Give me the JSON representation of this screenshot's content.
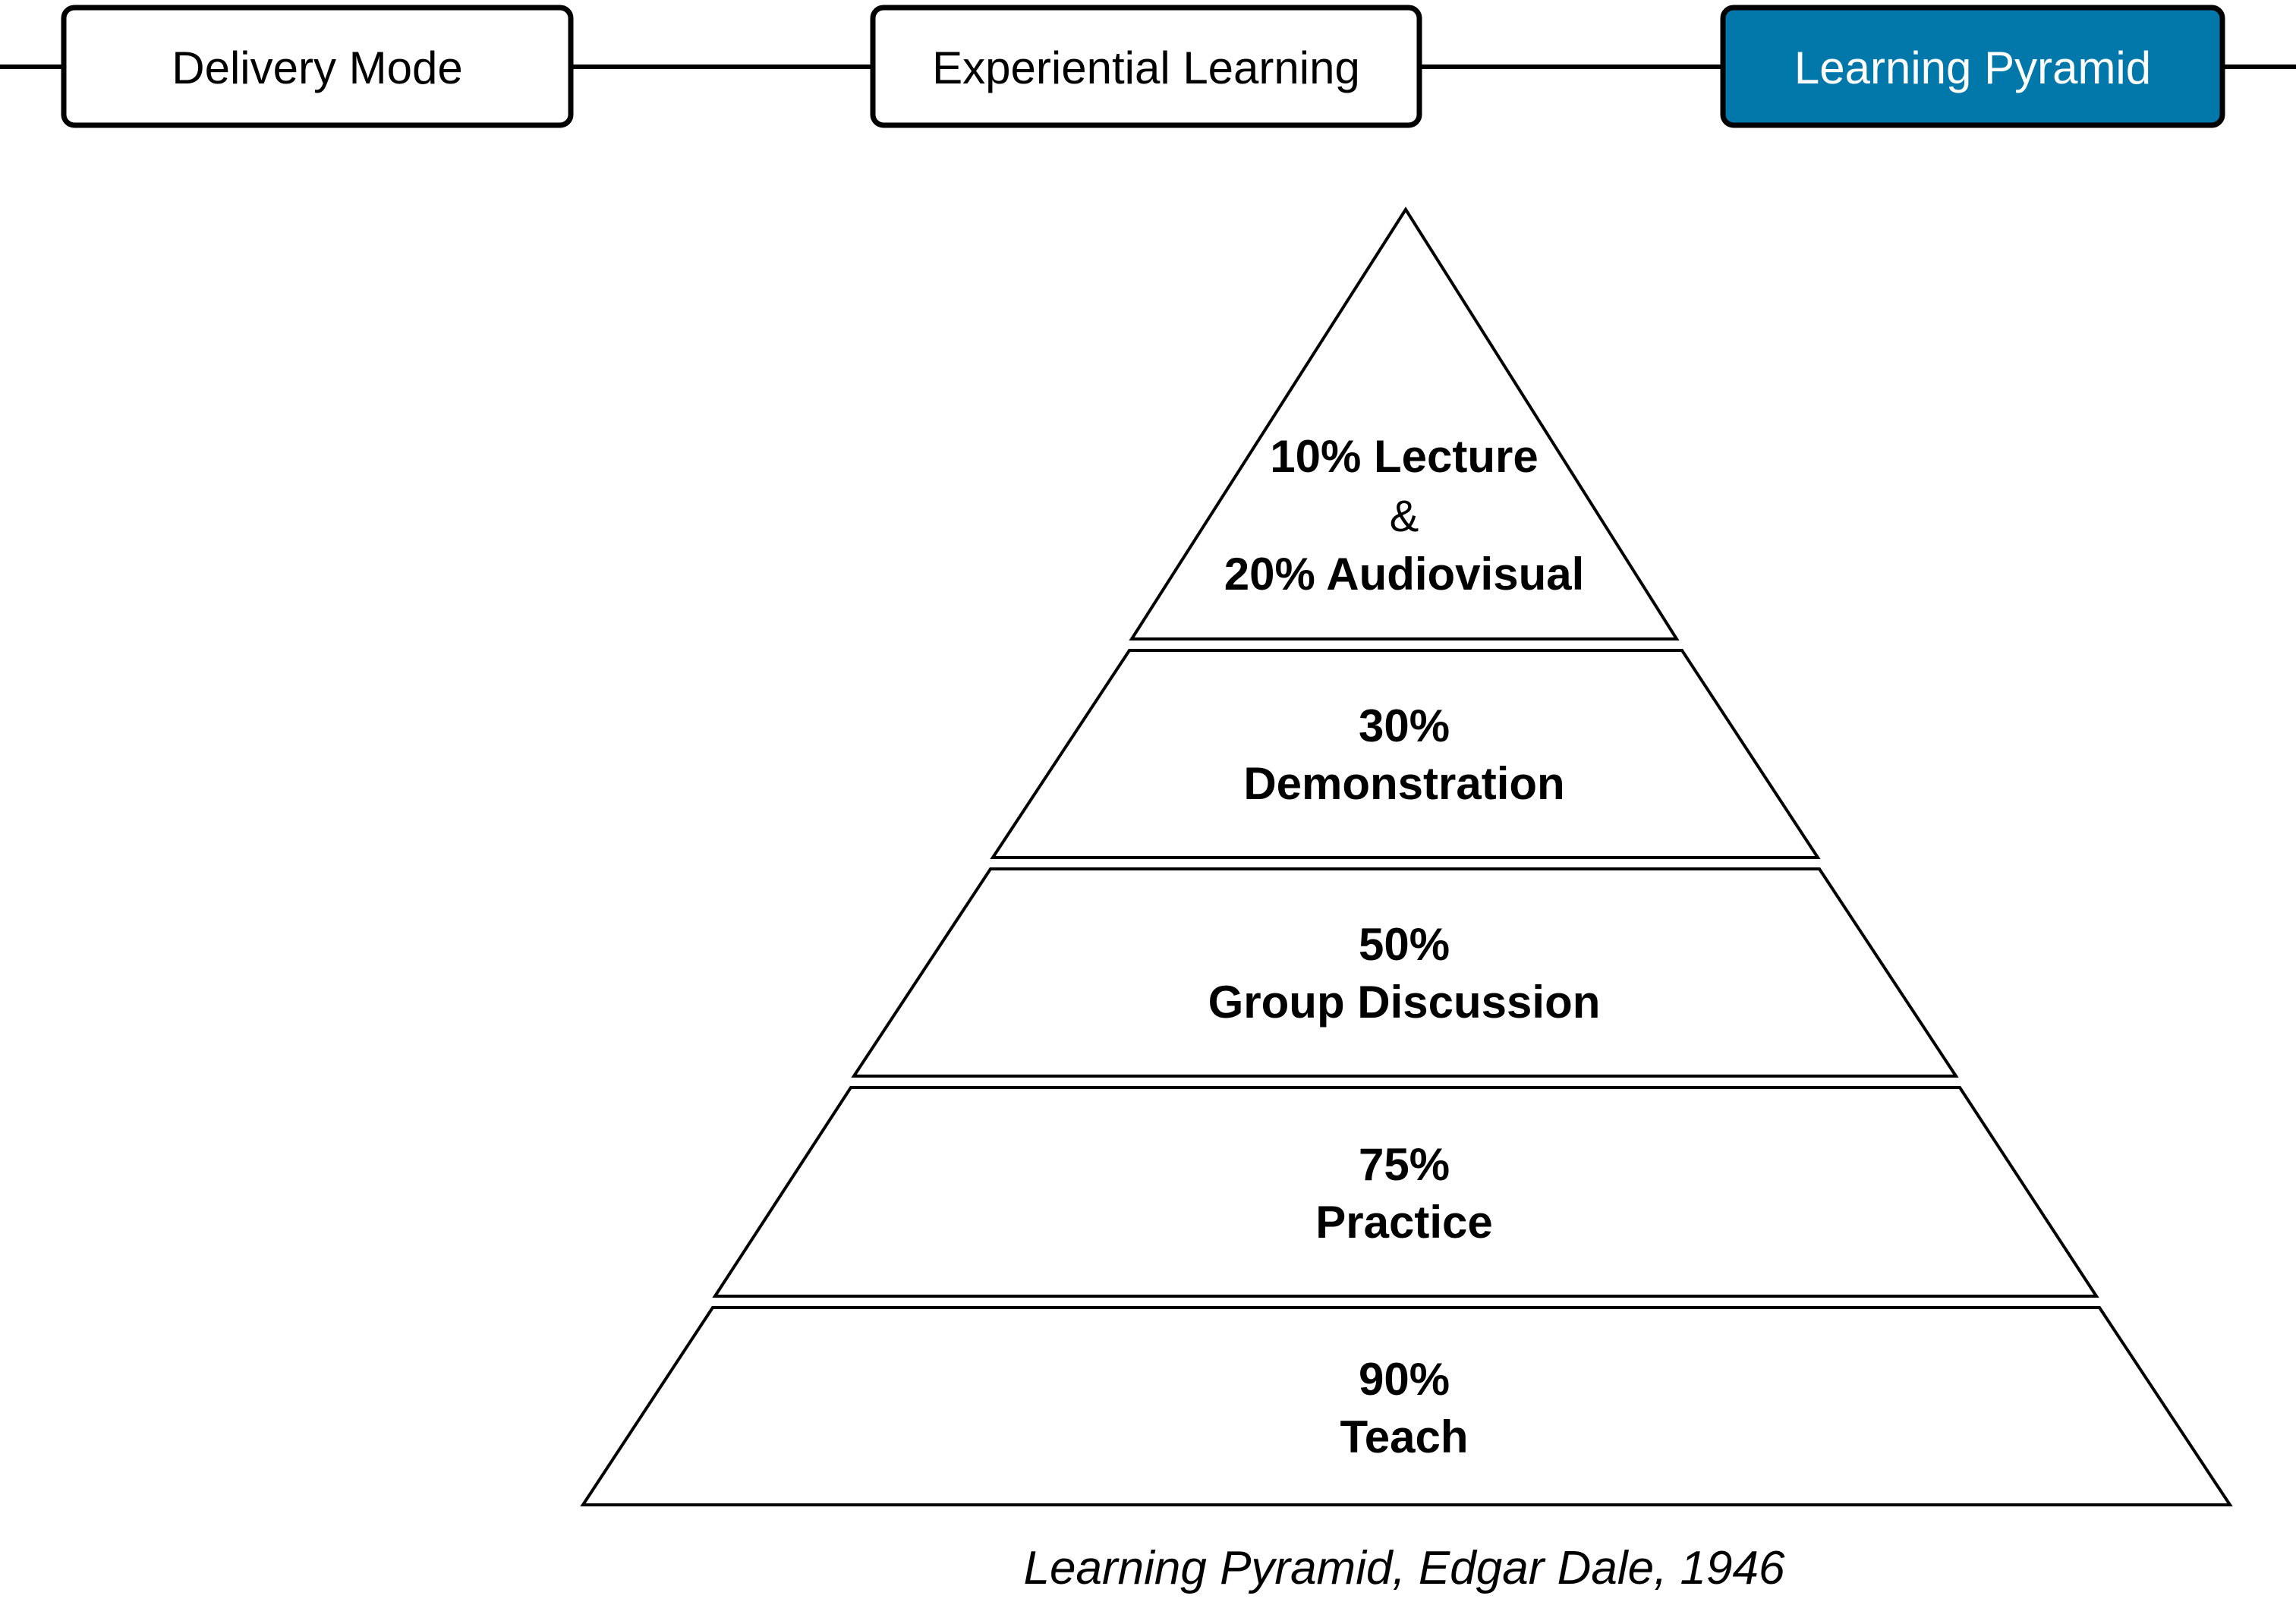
{
  "nav": {
    "steps": [
      {
        "label": "Delivery Mode",
        "active": false
      },
      {
        "label": "Experiential Learning",
        "active": false
      },
      {
        "label": "Learning Pyramid",
        "active": true
      }
    ],
    "active_color": "#0277a9",
    "active_text_color": "#ffffff",
    "inactive_color": "#ffffff",
    "border_color": "#000000"
  },
  "pyramid": {
    "top_tier": {
      "line1": "10% Lecture",
      "line2": "&",
      "line3": "20% Audiovisual"
    },
    "tiers": [
      {
        "percent": "30%",
        "label": "Demonstration"
      },
      {
        "percent": "50%",
        "label": "Group Discussion"
      },
      {
        "percent": "75%",
        "label": "Practice"
      },
      {
        "percent": "90%",
        "label": "Teach"
      }
    ]
  },
  "caption": "Learning Pyramid, Edgar Dale, 1946"
}
